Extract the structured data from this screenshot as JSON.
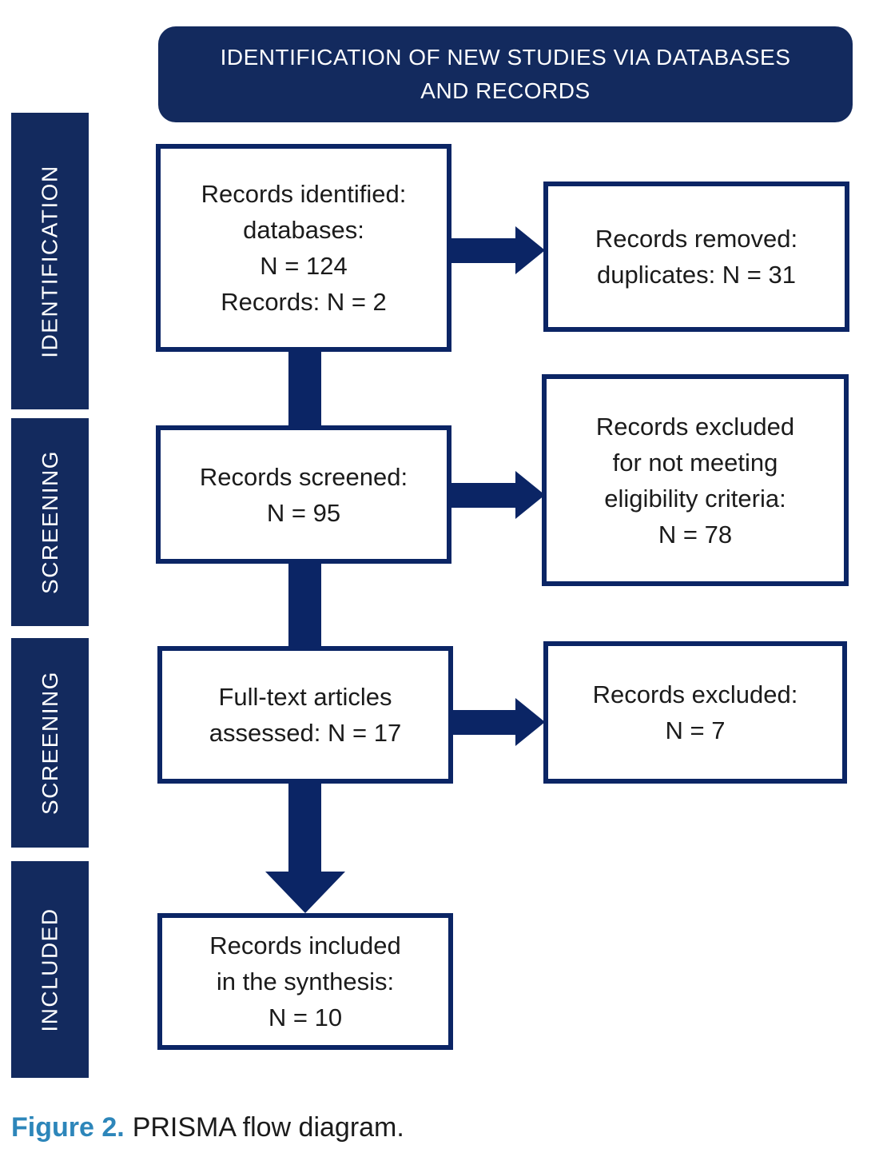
{
  "banner": {
    "line1": "IDENTIFICATION OF NEW STUDIES VIA DATABASES",
    "line2": "AND RECORDS"
  },
  "stages": [
    {
      "label": "IDENTIFICATION"
    },
    {
      "label": "SCREENING"
    },
    {
      "label": "SCREENING"
    },
    {
      "label": "INCLUDED"
    }
  ],
  "flow_boxes": [
    {
      "lines": [
        "Records identified:",
        "databases:",
        "N = 124",
        "Records: N = 2"
      ]
    },
    {
      "lines": [
        "Records screened:",
        "N = 95"
      ]
    },
    {
      "lines": [
        "Full-text articles",
        "assessed: N = 17"
      ]
    },
    {
      "lines": [
        "Records included",
        "in the synthesis:",
        "N = 10"
      ]
    }
  ],
  "exclusion_boxes": [
    {
      "lines": [
        "Records removed:",
        "duplicates: N = 31"
      ]
    },
    {
      "lines": [
        "Records excluded",
        "for not meeting",
        "eligibility criteria:",
        "N = 78"
      ]
    },
    {
      "lines": [
        "Records excluded:",
        "N = 7"
      ]
    }
  ],
  "caption": {
    "label": "Figure 2.",
    "text": "PRISMA flow diagram."
  },
  "colors": {
    "navy_panel": "#132a5e",
    "navy_line": "#0b2565",
    "caption_blue": "#2d86ba",
    "text": "#1b1b1b"
  }
}
